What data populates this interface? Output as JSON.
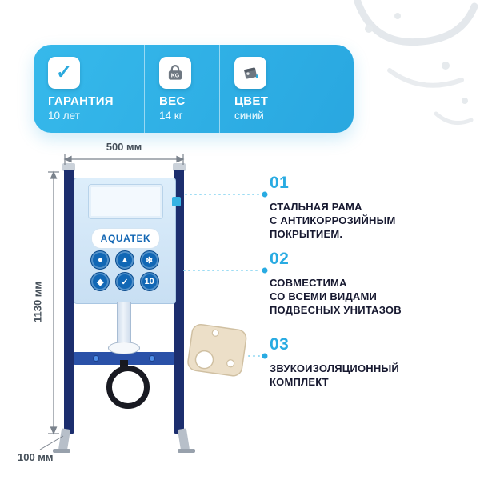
{
  "banner": {
    "weight_icon_label": "KG",
    "items": [
      {
        "icon": "checkmark-icon",
        "title": "ГАРАНТИЯ",
        "subtitle": "10 лет"
      },
      {
        "icon": "weight-kg-icon",
        "title": "ВЕС",
        "subtitle": "14 кг"
      },
      {
        "icon": "paint-color-icon",
        "title": "ЦВЕТ",
        "subtitle": "синий"
      }
    ]
  },
  "diagram": {
    "brand_label": "AQUATEK",
    "dim_width": "500 мм",
    "dim_height": "1130 мм",
    "dim_depth": "100 мм",
    "badges": [
      {
        "name": "water-drop-badge",
        "glyph": "●"
      },
      {
        "name": "spray-badge",
        "glyph": "▲"
      },
      {
        "name": "frost-badge",
        "glyph": "❄"
      },
      {
        "name": "flow-badge",
        "glyph": "◆"
      },
      {
        "name": "check-badge",
        "glyph": "✓"
      },
      {
        "name": "ten-years-badge",
        "glyph": "10"
      }
    ]
  },
  "features": [
    {
      "number": "01",
      "lines": [
        "СТАЛЬНАЯ РАМА",
        "С АНТИКОРРОЗИЙНЫМ",
        "ПОКРЫТИЕМ."
      ]
    },
    {
      "number": "02",
      "lines": [
        "СОВМЕСТИМА",
        "СО ВСЕМИ ВИДАМИ",
        "ПОДВЕСНЫХ УНИТАЗОВ"
      ]
    },
    {
      "number": "03",
      "lines": [
        "ЗВУКОИЗОЛЯЦИОННЫЙ",
        "КОМПЛЕКТ"
      ]
    }
  ],
  "colors": {
    "accent_cyan": "#29abe2",
    "banner_cyan": "#31b5e8",
    "frame_navy": "#1c2e6e",
    "crossbar_blue": "#2a51a8",
    "cistern_blue": "#d2e7f8",
    "gasket_beige": "#ecdfc8"
  }
}
